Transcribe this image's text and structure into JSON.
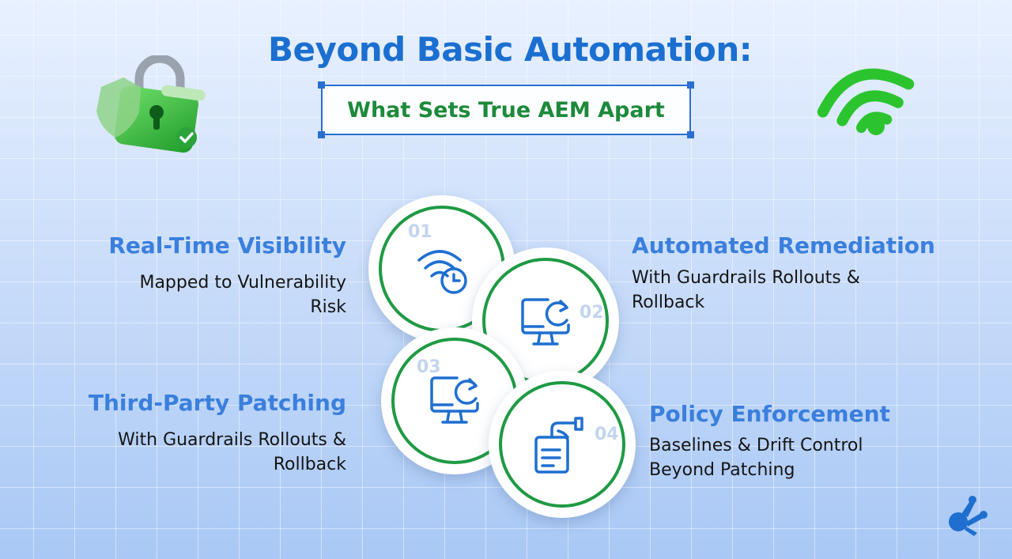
{
  "header": {
    "title": "Beyond Basic Automation:",
    "subtitle": "What Sets True AEM Apart"
  },
  "features": [
    {
      "number": "01",
      "title": "Real-Time Visibility",
      "desc_line1": "Mapped to Vulnerability",
      "desc_line2": "Risk",
      "icon": "wifi-clock-icon"
    },
    {
      "number": "02",
      "title": "Automated Remediation",
      "desc_line1": "With Guardrails Rollouts &",
      "desc_line2": "Rollback",
      "icon": "monitor-refresh-icon"
    },
    {
      "number": "03",
      "title": "Third-Party Patching",
      "desc_line1": "With Guardrails Rollouts &",
      "desc_line2": "Rollback",
      "icon": "monitor-refresh-icon"
    },
    {
      "number": "04",
      "title": "Policy Enforcement",
      "desc_line1": "Baselines & Drift Control",
      "desc_line2": "Beyond Patching",
      "icon": "hand-document-icon"
    }
  ],
  "decorations": {
    "left_icon": "padlock-shield-icon",
    "right_icon": "wifi-signal-icon",
    "logo": "brand-logo-icon"
  },
  "colors": {
    "title_blue": "#1b6fd0",
    "subtitle_green": "#1c8a3a",
    "feature_title_blue": "#3a7fdc",
    "ring_green": "#1f9a44",
    "icon_blue": "#1f6fd0"
  }
}
